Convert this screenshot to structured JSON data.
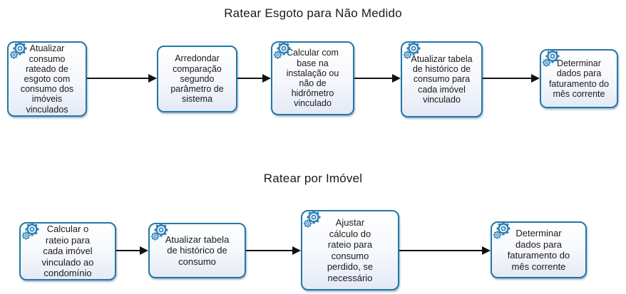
{
  "colors": {
    "box_border": "#2377A5",
    "box_fill_top": "#FFFFFF",
    "box_fill_bottom": "#E4EAF6",
    "gear_icon": "#2E80B5",
    "arrow": "#111111",
    "text": "#1A1A1A"
  },
  "flows": [
    {
      "title": "Ratear Esgoto para Não Medido",
      "steps": [
        {
          "icon": "gears-icon",
          "label": "Atualizar\nconsumo\nrateado de\nesgoto com\nconsumo dos\nimóveis\nvinculados"
        },
        {
          "icon": null,
          "label": "Arredondar\ncomparação\nsegundo\nparâmetro de\nsistema"
        },
        {
          "icon": "gears-icon",
          "label": "Calcular com\nbase na\ninstalação ou\nnão de\nhidrômetro\nvinculado"
        },
        {
          "icon": "gears-icon",
          "label": "Atualizar tabela\nde histórico de\nconsumo para\ncada imóvel\nvinculado"
        },
        {
          "icon": "gears-icon",
          "label": "Determinar\ndados para\nfaturamento do\nmês corrente"
        }
      ]
    },
    {
      "title": "Ratear por Imóvel",
      "steps": [
        {
          "icon": "gears-icon",
          "label": "Calcular o\nrateio para\ncada imóvel\nvinculado ao\ncondomínio"
        },
        {
          "icon": "gears-icon",
          "label": "Atualizar tabela\nde histórico de\nconsumo"
        },
        {
          "icon": "gears-icon",
          "label": "Ajustar\ncálculo do\nrateio para\nconsumo\nperdido, se\nnecessário"
        },
        {
          "icon": "gears-icon",
          "label": "Determinar\ndados para\nfaturamento do\nmês corrente"
        }
      ]
    }
  ]
}
